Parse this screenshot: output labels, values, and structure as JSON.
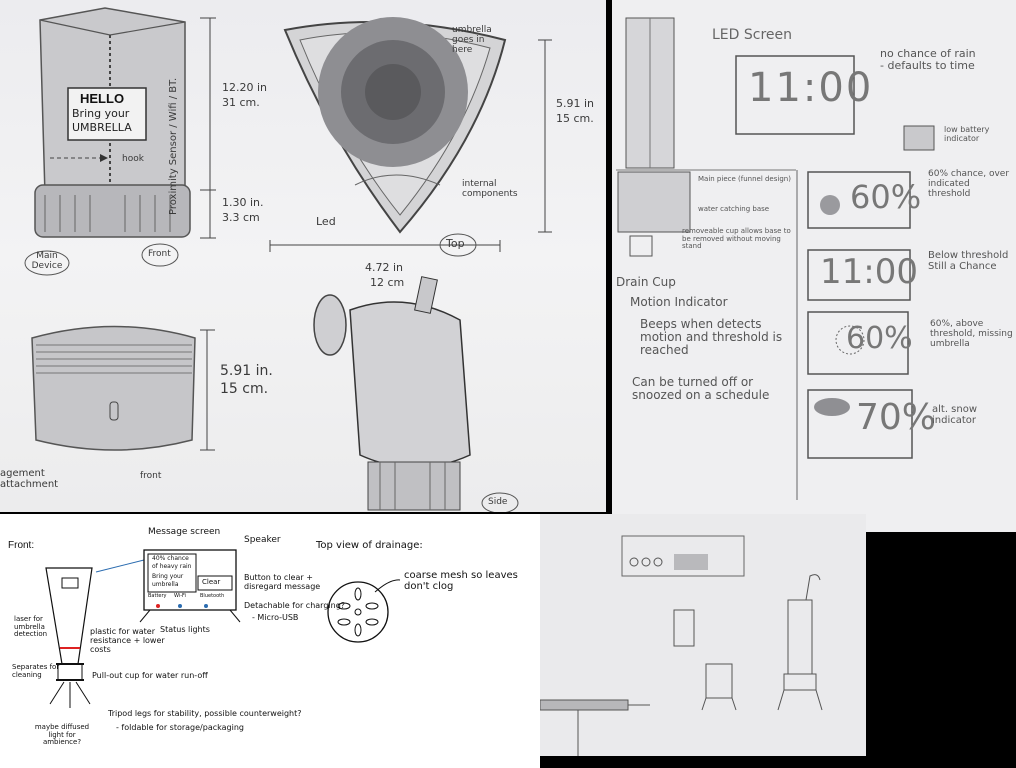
{
  "panel1": {
    "device_sign_line1": "HELLO",
    "device_sign_line2": "Bring your",
    "device_sign_line3": "UMBRELLA",
    "hook_label": "hook",
    "side_label": "Proximity Sensor / Wifi / BT.",
    "dim_height_in": "12.20 in",
    "dim_height_cm": "31 cm.",
    "dim_base_in": "1.30 in.",
    "dim_base_cm": "3.3 cm",
    "main_device_label": "Main Device",
    "front_label_top": "Front",
    "top_note": "umbrella goes in here",
    "internal_label": "internal components",
    "led_label": "Led",
    "top_label": "Top",
    "dim_width_in": "4.72 in",
    "dim_width_cm": "12 cm",
    "dim_depth_in": "5.91 in",
    "dim_depth_cm": "15 cm.",
    "dim_lower_in": "5.91 in.",
    "dim_lower_cm": "15 cm.",
    "left_bottom_label": "agement attachment",
    "front_label_bottom": "front",
    "side_label_bottom": "Side"
  },
  "panel2": {
    "led_title": "LED Screen",
    "clock_time": "11:00",
    "note_no_rain": "no chance of rain - defaults to time",
    "note_battery": "low battery indicator",
    "parts_main": "Main piece (funnel design)",
    "parts_water": "water catching base",
    "parts_cup": "removeable cup allows base to be removed without moving stand",
    "drain_cup": "Drain Cup",
    "motion_title": "Motion Indicator",
    "motion_desc": "Beeps when detects motion and threshold is reached",
    "motion_off": "Can be turned off or snoozed on a schedule",
    "screen_pct_1": "60%",
    "note_60": "60% chance, over indicated threshold",
    "screen_time_2": "11:00",
    "note_below": "Below threshold Still a Chance",
    "screen_pct_3": "60%",
    "note_60_above": "60%, above threshold, missing umbrella",
    "screen_pct_4": "70%",
    "note_snow": "alt. snow indicator"
  },
  "panel3": {
    "front_label": "Front:",
    "message_screen": "Message screen",
    "speaker": "Speaker",
    "screen_line1": "40% chance",
    "screen_line2": "of heavy rain",
    "screen_line3": "Bring your",
    "screen_line4": "umbrella",
    "clear_btn": "Clear",
    "status_battery": "Battery",
    "status_wifi": "Wi-Fi",
    "status_bt": "Bluetooth",
    "clear_note": "Button to clear + disregard message",
    "detach_note": "Detachable for charging?",
    "micro_usb": "- Micro-USB",
    "status_lights": "Status lights",
    "laser_note": "laser for umbrella detection",
    "plastic_note": "plastic for water resistance + lower costs",
    "separates_note": "Separates for cleaning",
    "pullout_note": "Pull-out cup for water run-off",
    "tripod_note": "Tripod legs for stability, possible counterweight?",
    "foldable_note": "- foldable for storage/packaging",
    "diffused_note": "maybe diffused light for ambience?",
    "drainage_title": "Top view of drainage:",
    "mesh_note": "coarse mesh so leaves don't clog"
  }
}
